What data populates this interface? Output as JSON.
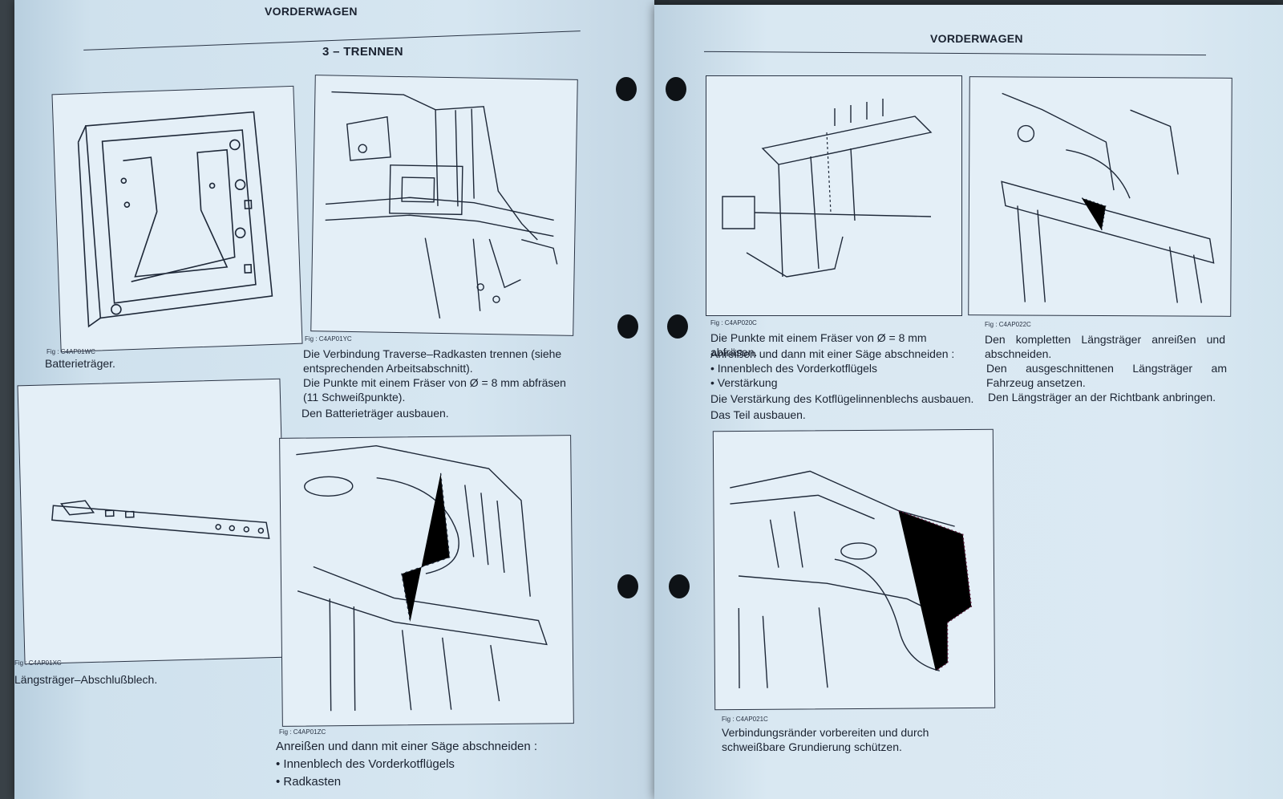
{
  "left_page": {
    "header": "VORDERWAGEN",
    "section_title": "3 – TRENNEN",
    "fig1": {
      "ref": "Fig : C4AP01WC",
      "caption": "Batterieträger."
    },
    "fig2": {
      "ref": "Fig : C4AP01YC",
      "p1": "Die Verbindung Traverse–Radkasten trennen (siehe entsprechenden Arbeitsabschnitt).",
      "p2": "Die Punkte mit einem Fräser von Ø = 8 mm abfräsen (11 Schweißpunkte).",
      "p3": "Den Batterieträger ausbauen."
    },
    "fig3": {
      "ref": "Fig : C4AP01XC",
      "caption": "Längsträger–Abschlußblech."
    },
    "fig4": {
      "ref": "Fig : C4AP01ZC",
      "p1": "Anreißen und dann mit einer Säge abschneiden :",
      "b1": "• Innenblech des Vorderkotflügels",
      "b2": "• Radkasten"
    }
  },
  "right_page": {
    "header": "VORDERWAGEN",
    "fig5": {
      "ref": "Fig : C4AP020C",
      "p1": "Die Punkte mit einem Fräser von Ø = 8 mm abfräsen.",
      "p2": "Anreißen und dann mit einer Säge abschneiden :",
      "b1": "• Innenblech des Vorderkotflügels",
      "b2": "• Verstärkung",
      "p3": "Die Verstärkung des Kotflügelinnenblechs ausbauen.",
      "p4": "Das Teil ausbauen."
    },
    "fig6": {
      "ref": "Fig : C4AP022C",
      "p1": "Den kompletten Längsträger anreißen und abschneiden.",
      "p2": "Den ausgeschnittenen Längsträger am Fahrzeug ansetzen.",
      "p3": "Den Längsträger an der Richtbank anbringen."
    },
    "fig7": {
      "ref": "Fig : C4AP021C",
      "caption": "Verbindungsränder vorbereiten und durch schweißbare Grundierung schützen."
    }
  }
}
